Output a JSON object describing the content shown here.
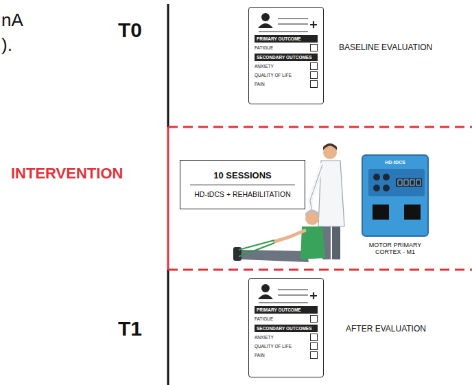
{
  "diagram": {
    "nodes": [
      {
        "text": [
          "PRIMARY OUTCOME",
          "FATIGUE",
          "SECONDARY OUTCOMES",
          "ANXIETY",
          "QUALITY OF LIFE",
          "PAIN"
        ]
      },
      {
        "text": [
          "10 SESSIONS",
          "HD-tDCS + REHABILITATION"
        ]
      },
      {
        "text": [
          "HD-tDCS"
        ]
      },
      {
        "text": [
          "PRIMARY OUTCOME",
          "FATIGUE",
          "SECONDARY OUTCOMES",
          "ANXIETY",
          "QUALITY OF LIFE",
          "PAIN"
        ]
      }
    ],
    "labels": [
      "nA",
      ").",
      "T0",
      "BASELINE EVALUATION",
      "INTERVENTION",
      "MOTOR PRIMARY CORTEX - M1",
      "T1",
      "AFTER EVALUATION"
    ]
  }
}
